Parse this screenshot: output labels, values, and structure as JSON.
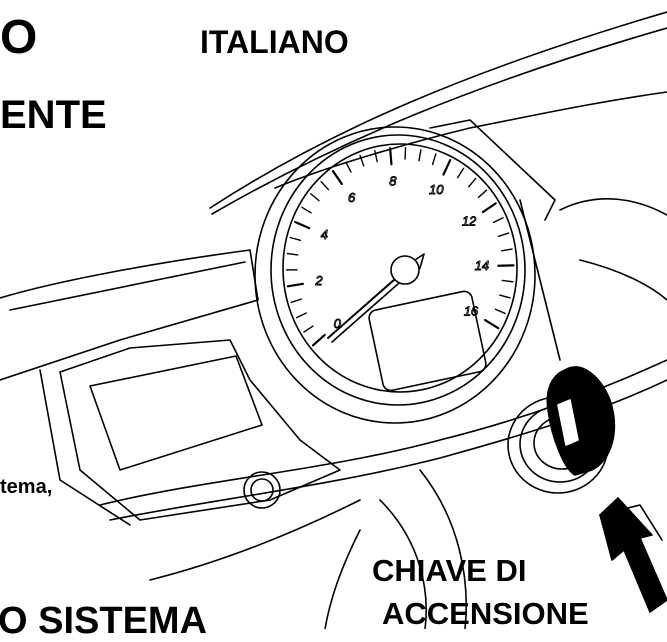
{
  "page": {
    "heading_fragment_top": "O",
    "language_label": "ITALIANO",
    "heading_fragment_second": "ENTE",
    "body_fragment": "tema,",
    "heading_fragment_bottom": "O SISTEMA",
    "callout_line1": "CHIAVE DI",
    "callout_line2": "ACCENSIONE"
  },
  "gauge": {
    "tick_labels": [
      "0",
      "2",
      "4",
      "6",
      "8",
      "10",
      "12",
      "14",
      "16"
    ]
  },
  "colors": {
    "ink": "#000000",
    "paper": "#ffffff"
  }
}
